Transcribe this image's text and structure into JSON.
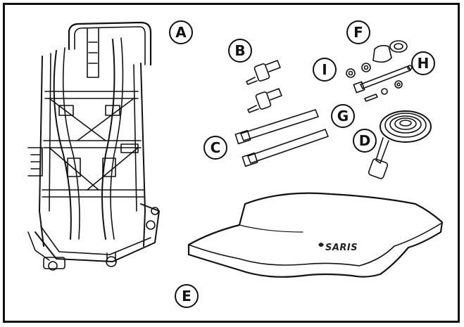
{
  "figure": {
    "callouts": {
      "a": "A",
      "b": "B",
      "c": "C",
      "d": "D",
      "e": "E",
      "f": "F",
      "g": "G",
      "h": "H",
      "i": "I"
    },
    "pad_logo": "SARIS"
  },
  "colors": {
    "line": "#111111",
    "background": "#ffffff"
  }
}
